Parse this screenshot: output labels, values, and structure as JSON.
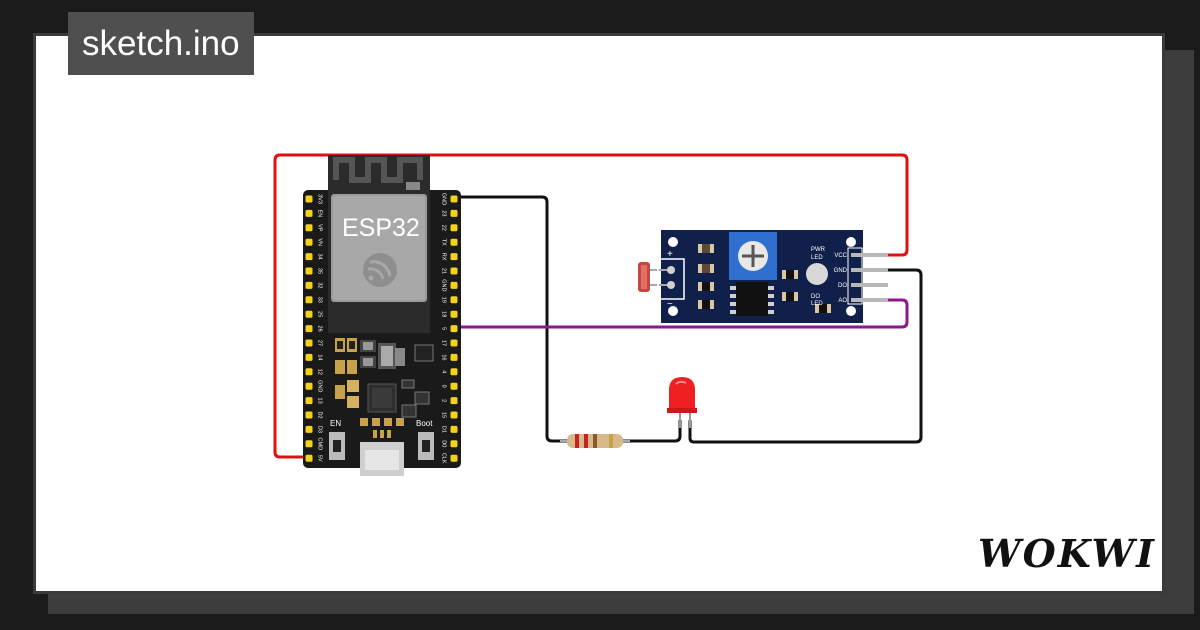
{
  "file_tab": {
    "label": "sketch.ino"
  },
  "logo": {
    "text": "WOKWI"
  },
  "esp32": {
    "module_label": "ESP32",
    "left_pins": [
      "3V3",
      "EN",
      "VP",
      "VN",
      "34",
      "35",
      "32",
      "33",
      "25",
      "26",
      "27",
      "14",
      "12",
      "GND",
      "13",
      "D2",
      "D3",
      "CMD",
      "5V"
    ],
    "right_pins": [
      "GND",
      "23",
      "22",
      "TX",
      "RX",
      "21",
      "GND",
      "19",
      "18",
      "5",
      "17",
      "16",
      "4",
      "0",
      "2",
      "15",
      "D1",
      "D0",
      "CLK"
    ],
    "en_button_label": "EN",
    "boot_button_label": "Boot"
  },
  "ldr_module": {
    "pin_labels": [
      "VCC",
      "GND",
      "DO",
      "AO"
    ],
    "pwr_led_label": [
      "PWR",
      "LED"
    ],
    "do_led_label": [
      "DO",
      "LED"
    ],
    "plus_label": "+",
    "minus_label": "−"
  },
  "colors": {
    "wire_power": "#dd1111",
    "wire_ground": "#111111",
    "wire_signal": "#8a1a8a",
    "board": "#1a1a1a",
    "ldr_board": "#10204a",
    "pin_gold": "#f2d21a",
    "led_red": "#ee2020"
  }
}
